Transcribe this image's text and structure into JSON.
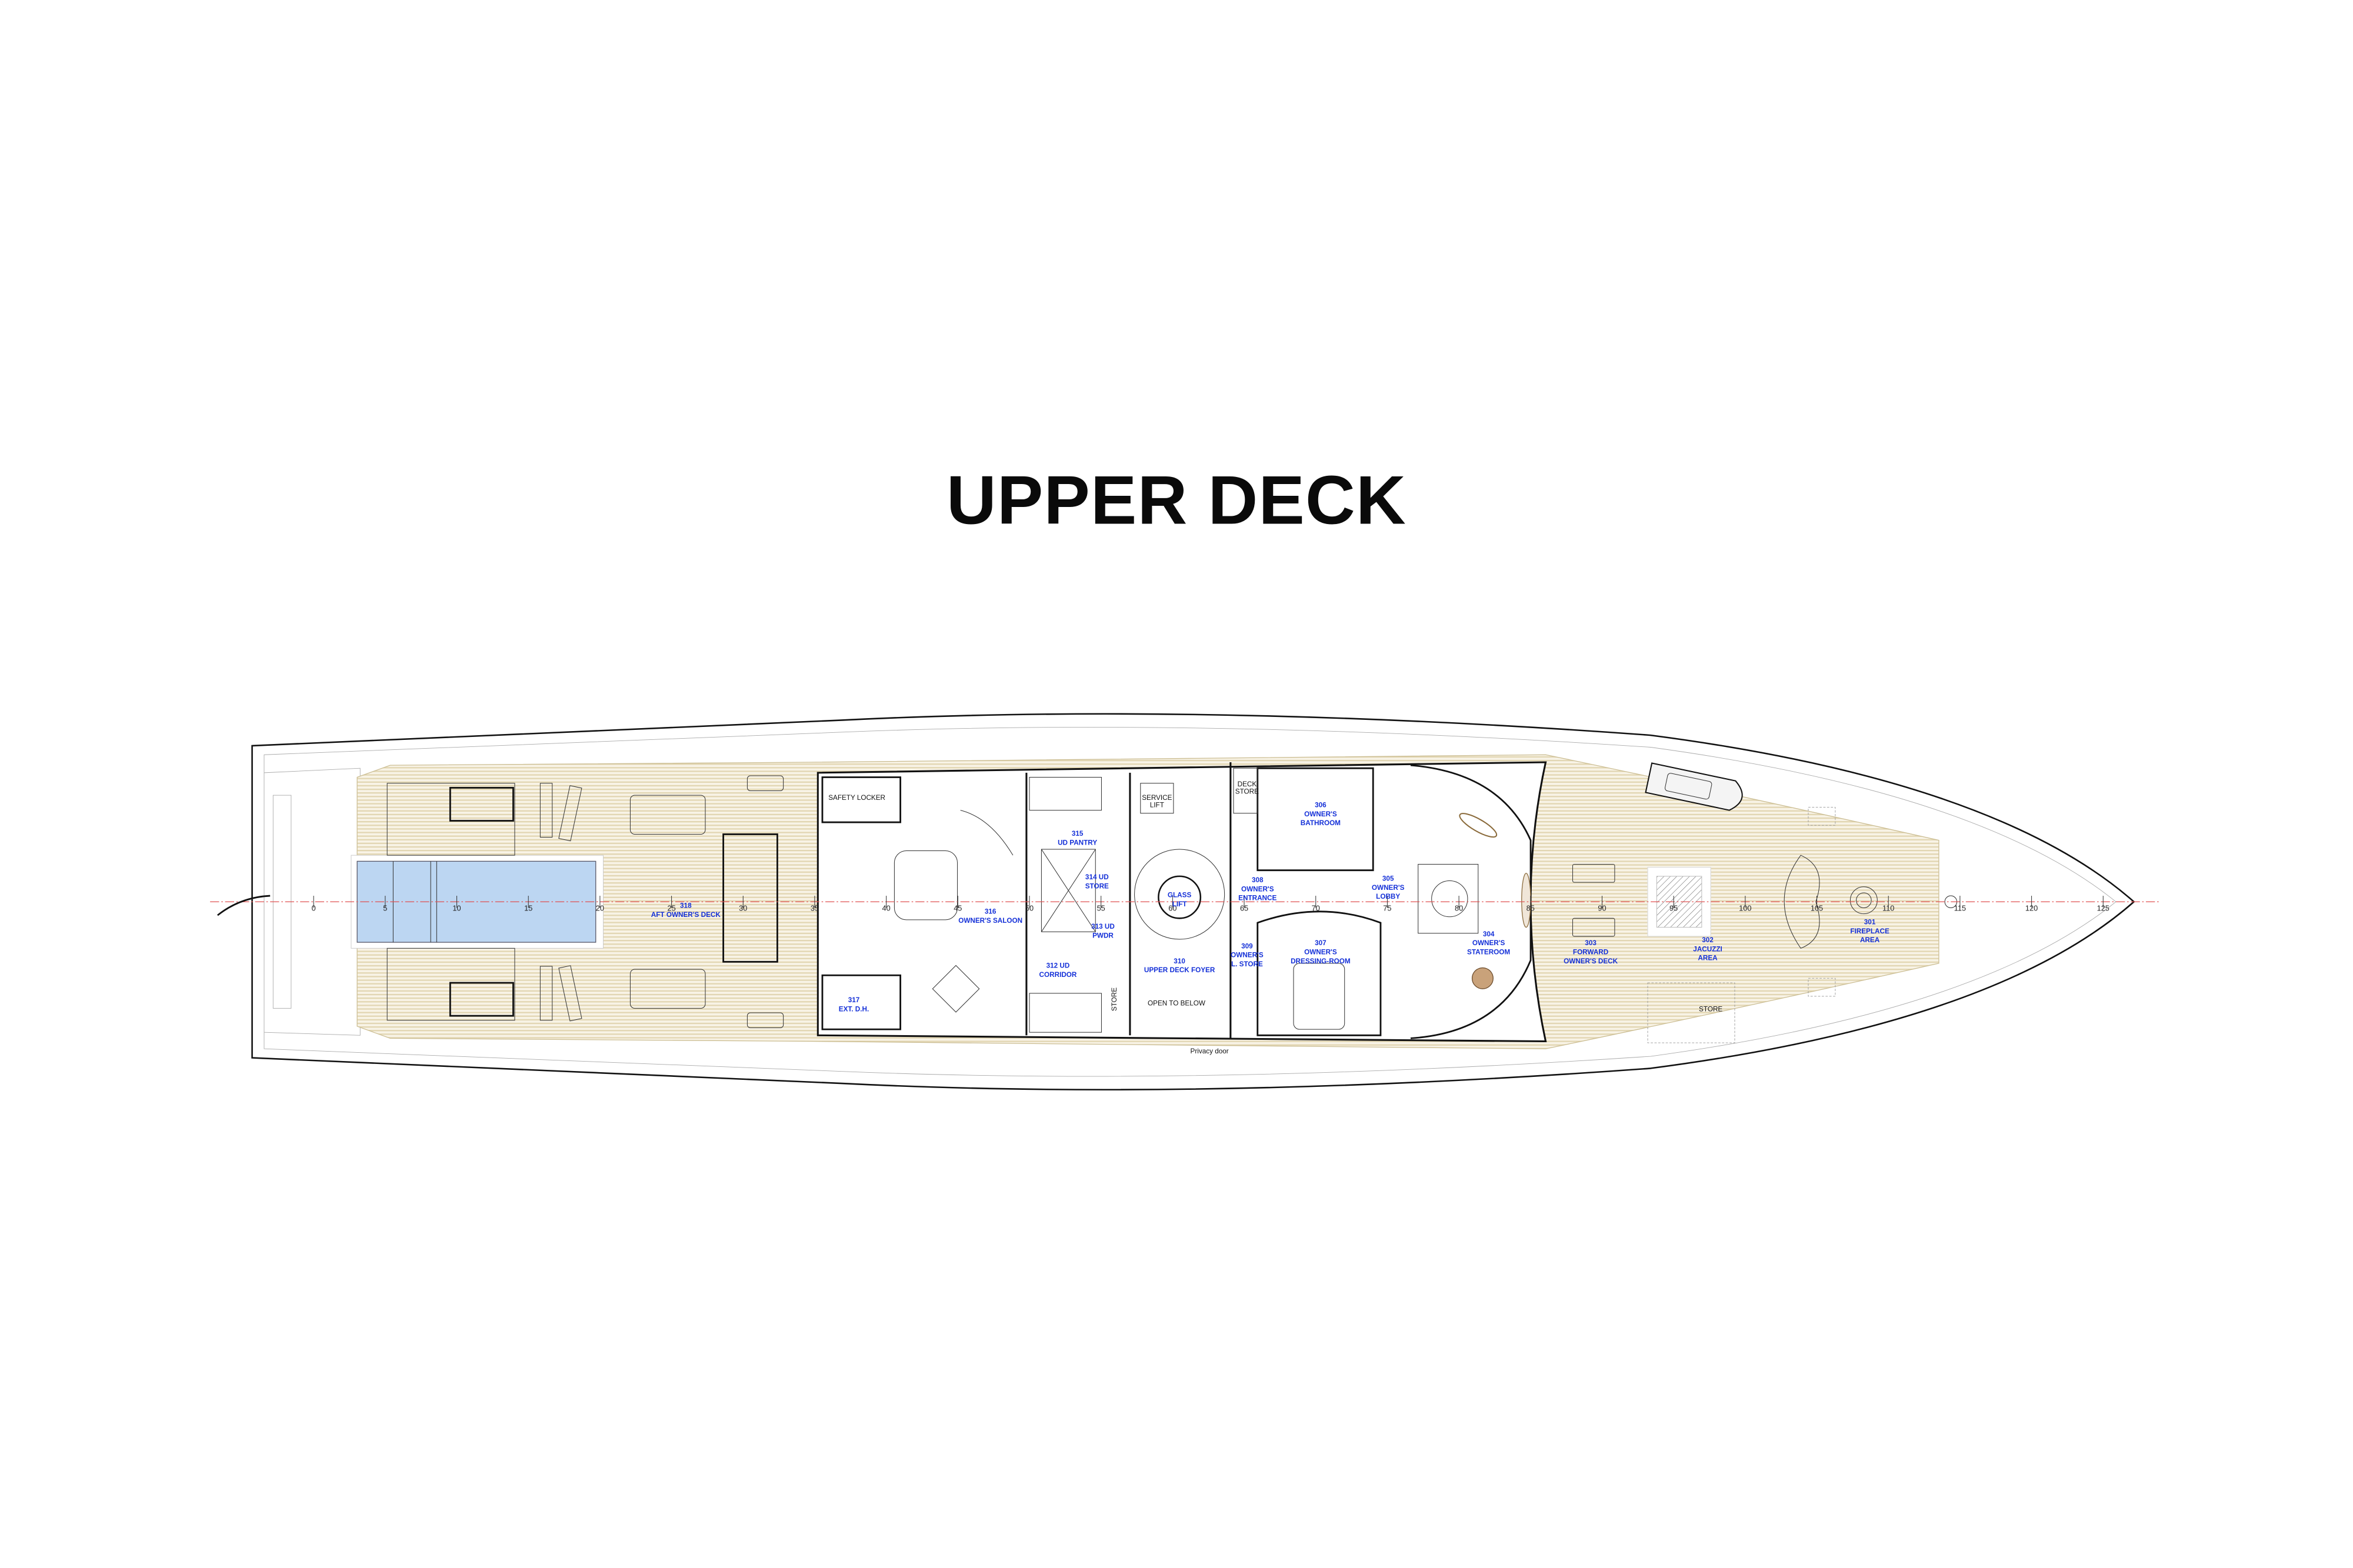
{
  "title": "UPPER DECK",
  "colors": {
    "room_label": "#1430d8",
    "pool": "#bcd6f2",
    "teak": "#e4d8b6",
    "centerline": "#e05050"
  },
  "frames": [
    "0",
    "5",
    "10",
    "15",
    "20",
    "25",
    "30",
    "35",
    "40",
    "45",
    "50",
    "55",
    "60",
    "65",
    "70",
    "75",
    "80",
    "85",
    "90",
    "95",
    "100",
    "105",
    "110",
    "115",
    "120",
    "125"
  ],
  "rooms": {
    "r318": {
      "num": "318",
      "name": "AFT OWNER'S DECK"
    },
    "r317": {
      "num": "317",
      "name": "EXT. D.H."
    },
    "r316": {
      "num": "316",
      "name": "OWNER'S SALOON"
    },
    "r315": {
      "num": "315",
      "name": "UD PANTRY"
    },
    "r314": {
      "num": "314 UD",
      "name": "STORE"
    },
    "r313": {
      "num": "313 UD",
      "name": "PWDR"
    },
    "r312": {
      "num": "312 UD",
      "name": "CORRIDOR"
    },
    "r310": {
      "num": "310",
      "name": "UPPER DECK FOYER"
    },
    "r309": {
      "num": "309",
      "line1": "OWNER'S",
      "line2": "L. STORE"
    },
    "r308": {
      "num": "308",
      "line1": "OWNER'S",
      "line2": "ENTRANCE"
    },
    "r307": {
      "num": "307",
      "line1": "OWNER'S",
      "line2": "DRESSING-ROOM"
    },
    "r306": {
      "num": "306",
      "line1": "OWNER'S",
      "line2": "BATHROOM"
    },
    "r305": {
      "num": "305",
      "line1": "OWNER'S",
      "line2": "LOBBY"
    },
    "r304": {
      "num": "304",
      "line1": "OWNER'S",
      "line2": "STATEROOM"
    },
    "r303": {
      "num": "303",
      "line1": "FORWARD",
      "line2": "OWNER'S DECK"
    },
    "r302": {
      "num": "302",
      "line1": "JACUZZI",
      "line2": "AREA"
    },
    "r301": {
      "num": "301",
      "line1": "FIREPLACE",
      "line2": "AREA"
    }
  },
  "labels": {
    "safety_locker": "SAFETY LOCKER",
    "service_lift_1": "SERVICE",
    "service_lift_2": "LIFT",
    "glass_lift_1": "GLASS",
    "glass_lift_2": "LIFT",
    "store_mid": "STORE",
    "open_to_below": "OPEN TO BELOW",
    "deck_store_1": "DECK",
    "deck_store_2": "STORE",
    "store_fwd": "STORE",
    "privacy_door": "Privacy door"
  }
}
